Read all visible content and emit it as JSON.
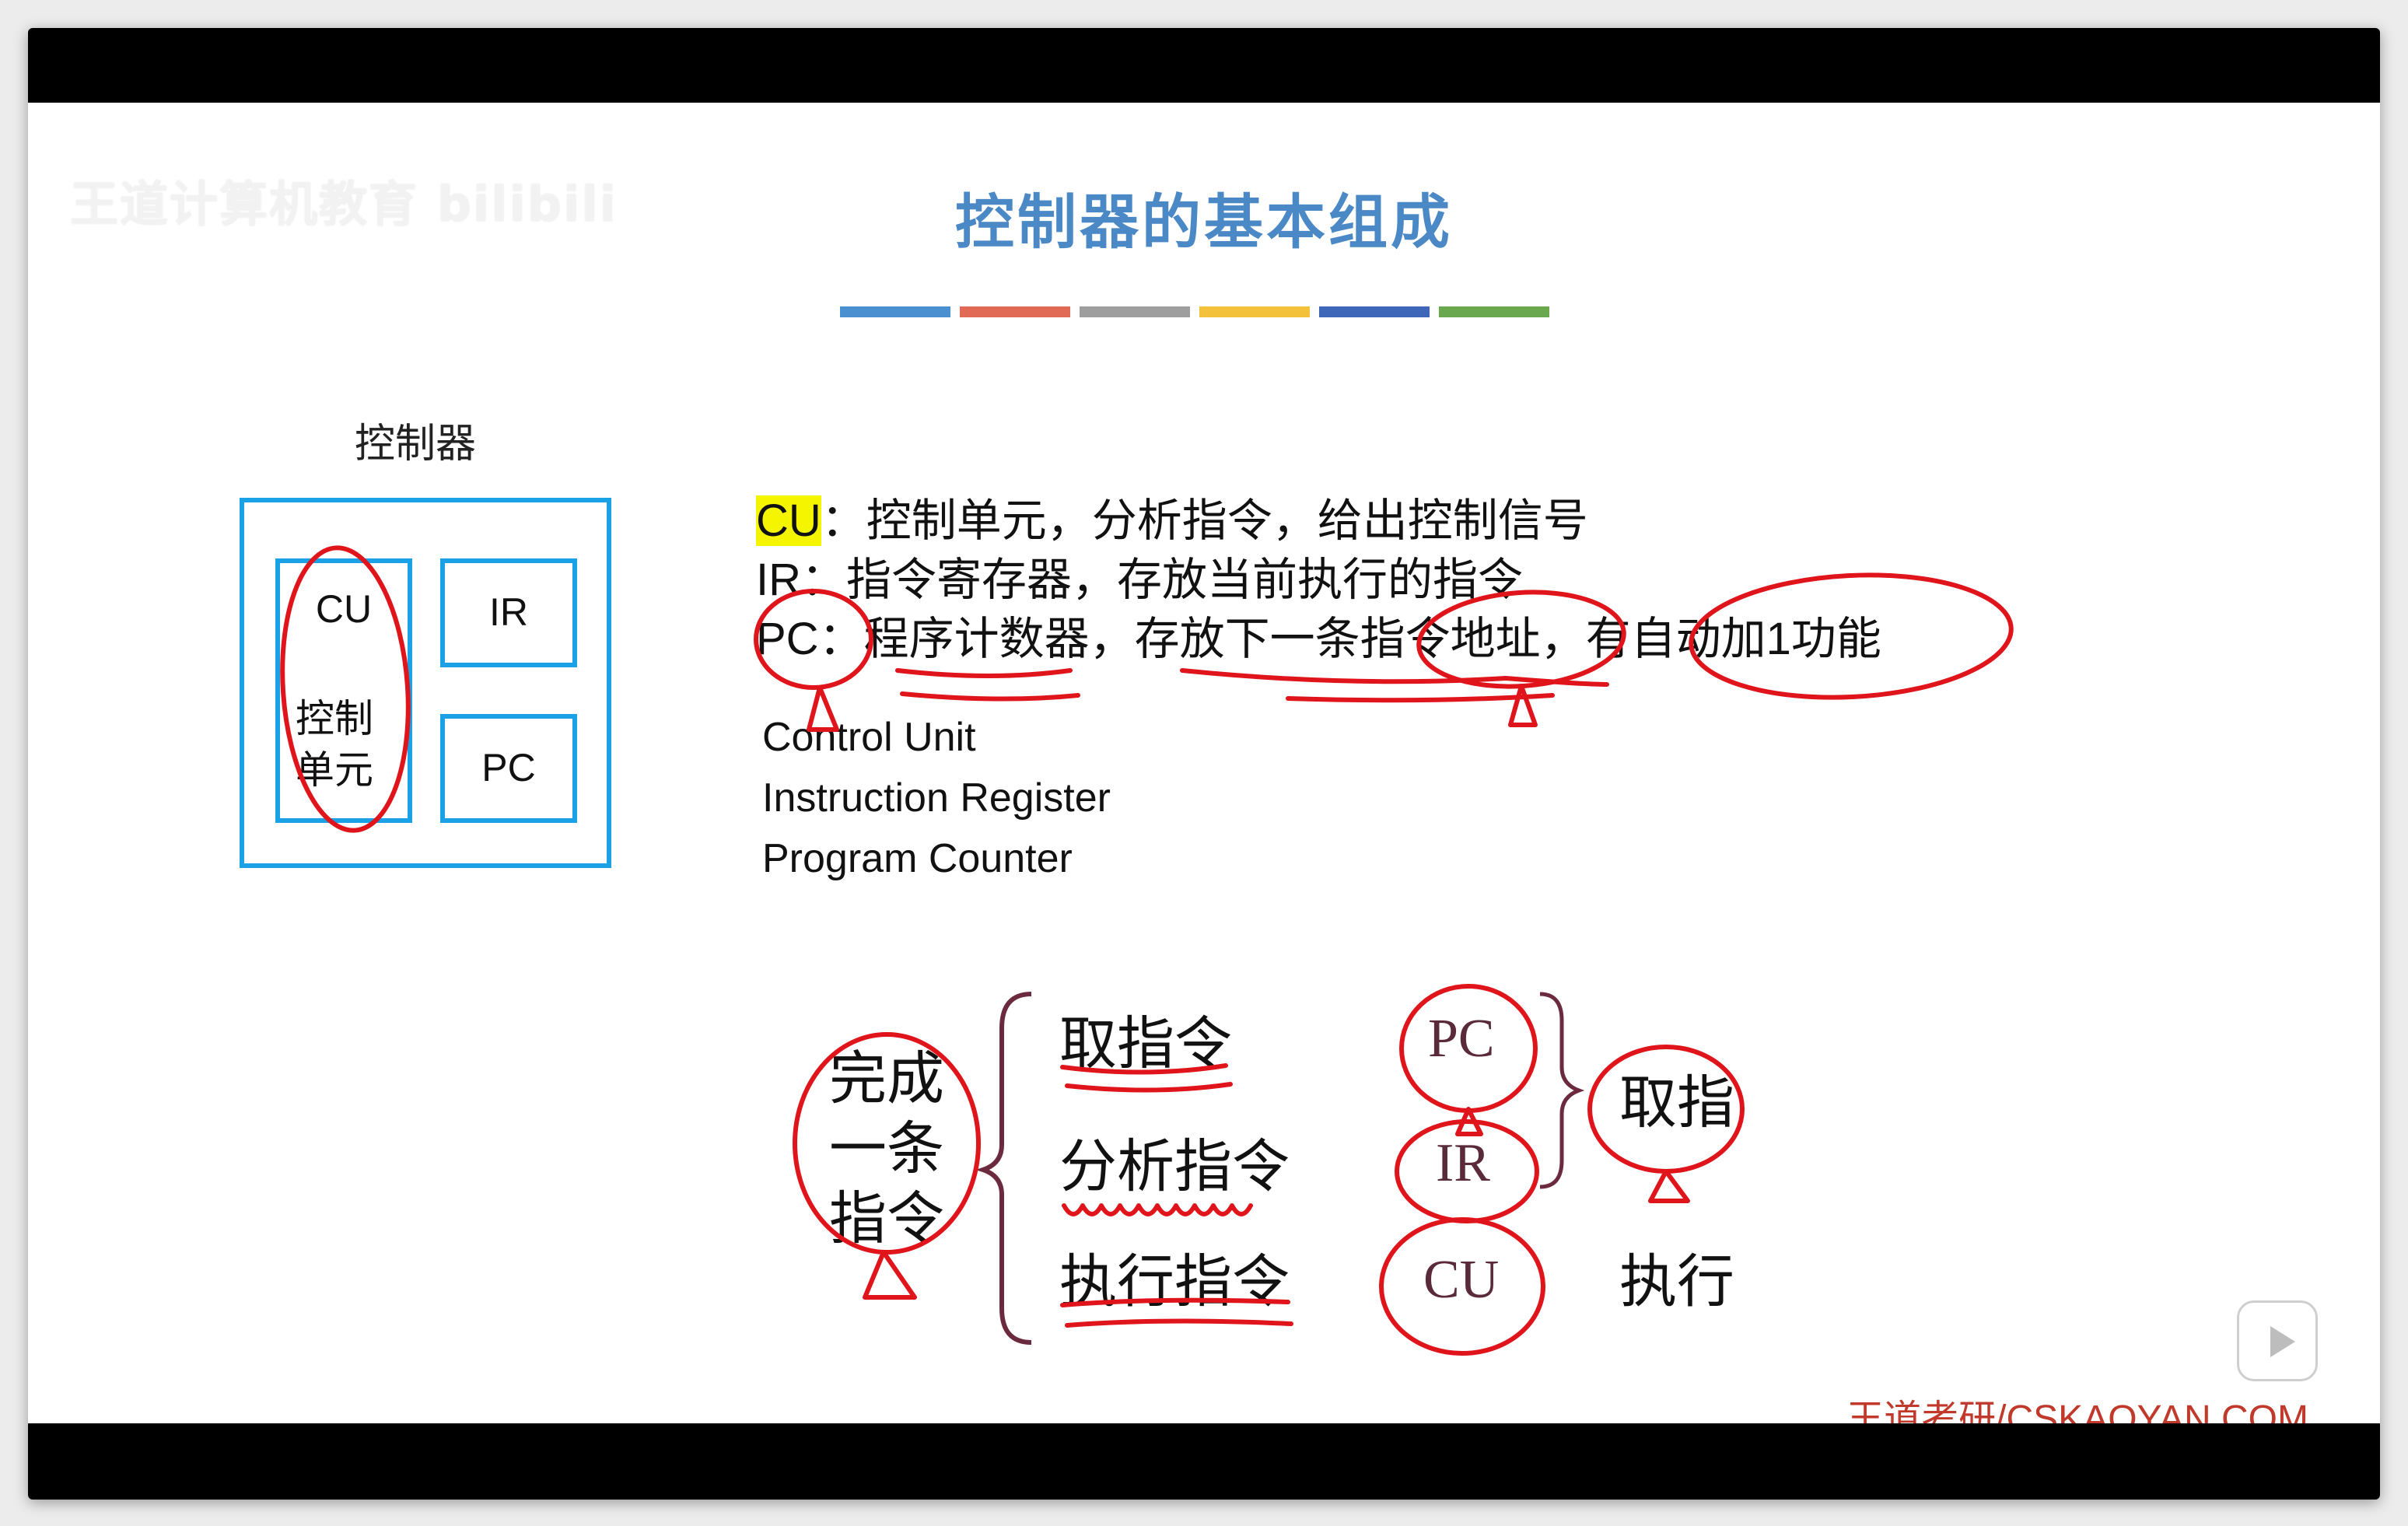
{
  "watermark": "王道计算机教育 bilibili",
  "title": "控制器的基本组成",
  "title_colors": [
    "#4a8fd0",
    "#e06a56",
    "#9e9e9e",
    "#f3c23a",
    "#3e67b9",
    "#6aa84f"
  ],
  "diagram": {
    "title": "控制器",
    "cu_label": "CU",
    "cu_cn_line1": "控制",
    "cu_cn_line2": "单元",
    "ir_label": "IR",
    "pc_label": "PC"
  },
  "definitions": [
    {
      "abbr": "CU",
      "sep": "：",
      "text": "控制单元，分析指令，给出控制信号"
    },
    {
      "abbr": "IR",
      "sep": "：",
      "text": "指令寄存器，存放当前执行的指令"
    },
    {
      "abbr": "PC",
      "sep": "：",
      "text": "程序计数器，存放下一条指令地址，有自动加1功能"
    }
  ],
  "english": [
    "Control Unit",
    "Instruction Register",
    "Program Counter"
  ],
  "process": {
    "complete_line1": "完成",
    "complete_line2": "一条",
    "complete_line3": "指令",
    "steps": [
      "取指令",
      "分析指令",
      "执行指令"
    ],
    "registers": [
      "PC",
      "IR",
      "CU"
    ],
    "fetch_label": "取指",
    "exec_label": "执行"
  },
  "footer": "王道考研/CSKAOYAN.COM",
  "ink_color": "#e0141b"
}
